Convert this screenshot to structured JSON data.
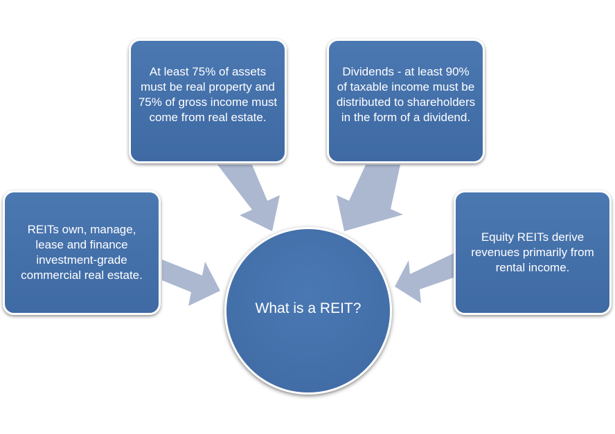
{
  "diagram": {
    "center": {
      "label": "What is a REIT?"
    },
    "nodes": [
      {
        "id": "top-left",
        "text": "At least 75% of assets must be real property and 75% of gross income must come from real estate."
      },
      {
        "id": "top-right",
        "text": "Dividends - at least 90% of taxable income must be distributed to shareholders in the form of a dividend."
      },
      {
        "id": "left",
        "text": "REITs own, manage, lease and finance investment-grade commercial real estate."
      },
      {
        "id": "right",
        "text": "Equity REITs derive revenues primarily from rental income."
      }
    ],
    "colors": {
      "node_fill": "#4470aa",
      "arrow_fill": "#abb8d0",
      "border": "#ffffff",
      "text": "#ffffff"
    }
  }
}
